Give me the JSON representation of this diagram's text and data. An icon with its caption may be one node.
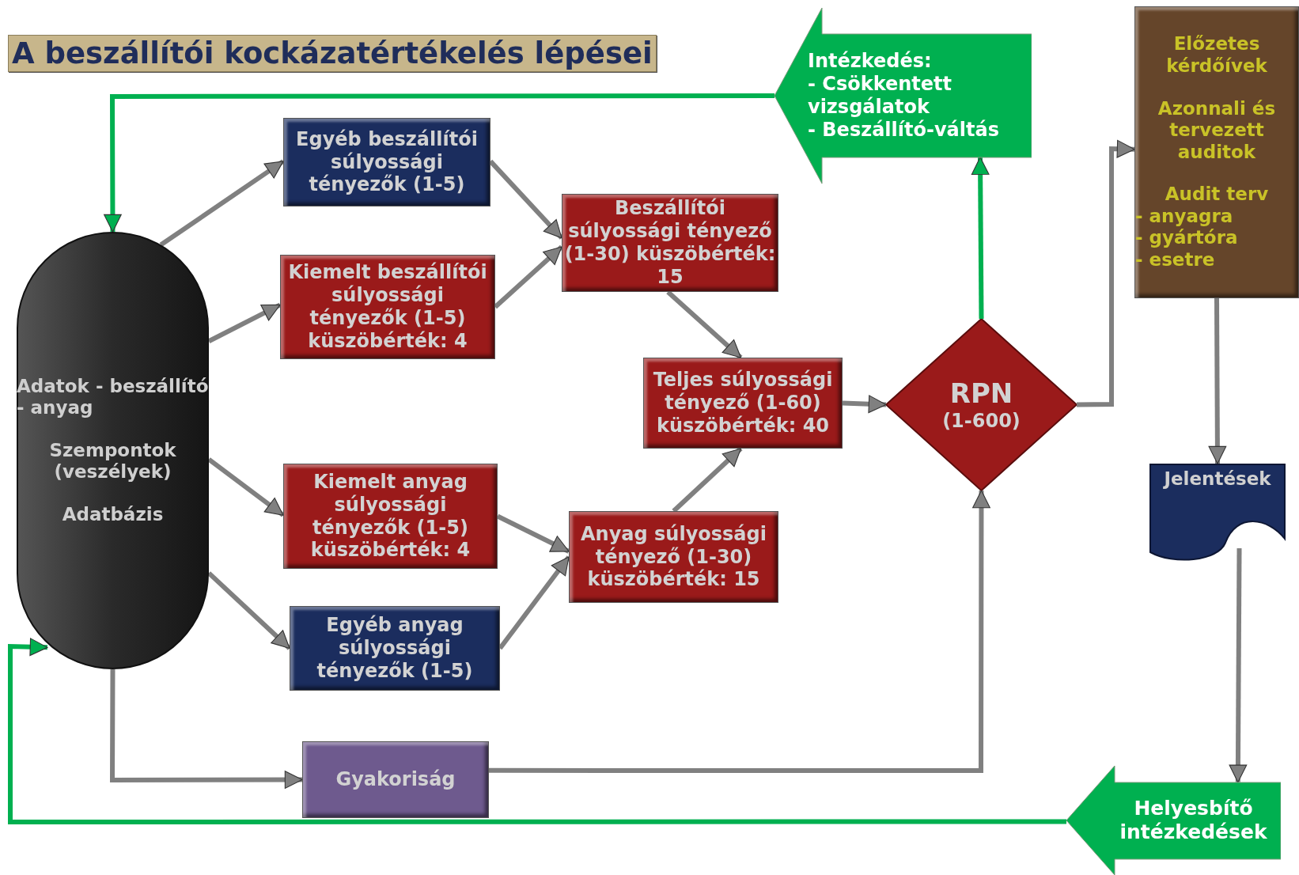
{
  "diagram": {
    "title": "A beszállítói kockázatértékelés lépései",
    "nodes": [
      {
        "text": [
          "Adatok - beszállító - anyag",
          "Szempontok (veszélyek)",
          "Adatbázis"
        ]
      },
      {
        "text": [
          "Egyéb beszállítói súlyossági tényezők (1-5)"
        ]
      },
      {
        "text": [
          "Kiemelt beszállítói súlyossági tényezők (1-5) küszöbérték: 4"
        ]
      },
      {
        "text": [
          "Beszállítói súlyossági tényező (1-30) küszöbérték: 15"
        ]
      },
      {
        "text": [
          "Teljes súlyossági tényező (1-60) küszöbérték: 40"
        ]
      },
      {
        "text": [
          "Kiemelt anyag súlyossági tényezők (1-5) küszöbérték: 4"
        ]
      },
      {
        "text": [
          "Anyag súlyossági tényező (1-30) küszöbérték: 15"
        ]
      },
      {
        "text": [
          "Egyéb anyag súlyossági tényezők (1-5)"
        ]
      },
      {
        "text": [
          "RPN",
          "(1-600)"
        ]
      },
      {
        "text": [
          "Intézkedés:",
          "- Csökkentett vizsgálatok",
          "- Beszállító-váltás"
        ]
      },
      {
        "text": [
          "Gyakoriság"
        ]
      },
      {
        "text": [
          "Előzetes kérdőívek",
          "Azonnali és tervezett auditok",
          "Audit terv",
          "- anyagra",
          "- gyártóra",
          "- esetre"
        ]
      },
      {
        "text": [
          "Jelentések"
        ]
      },
      {
        "text": [
          "Helyesbítő intézkedések"
        ]
      }
    ],
    "edges": [
      {
        "from": 0,
        "to": 1,
        "arrow": "to"
      },
      {
        "from": 0,
        "to": 2,
        "arrow": "to"
      },
      {
        "from": 0,
        "to": 5,
        "arrow": "to"
      },
      {
        "from": 0,
        "to": 7,
        "arrow": "to"
      },
      {
        "from": 1,
        "to": 3,
        "arrow": "to"
      },
      {
        "from": 2,
        "to": 3,
        "arrow": "to"
      },
      {
        "from": 5,
        "to": 6,
        "arrow": "to"
      },
      {
        "from": 7,
        "to": 6,
        "arrow": "to"
      },
      {
        "from": 3,
        "to": 4,
        "arrow": "to"
      },
      {
        "from": 6,
        "to": 4,
        "arrow": "to"
      },
      {
        "from": 4,
        "to": 8,
        "arrow": "to"
      },
      {
        "from": 8,
        "to": 9,
        "arrow": "to",
        "color": "#00b050"
      },
      {
        "from": 8,
        "to": 11,
        "arrow": "to"
      },
      {
        "from": 11,
        "to": 12,
        "arrow": "to"
      },
      {
        "from": 12,
        "to": 13,
        "arrow": "to"
      },
      {
        "from": 0,
        "to": 10,
        "arrow": "to"
      },
      {
        "from": 10,
        "to": 8,
        "arrow": "to"
      },
      {
        "from": 9,
        "to": 0,
        "arrow": "to",
        "color": "#00b050"
      },
      {
        "from": 13,
        "to": 0,
        "arrow": "to",
        "color": "#00b050"
      }
    ]
  }
}
